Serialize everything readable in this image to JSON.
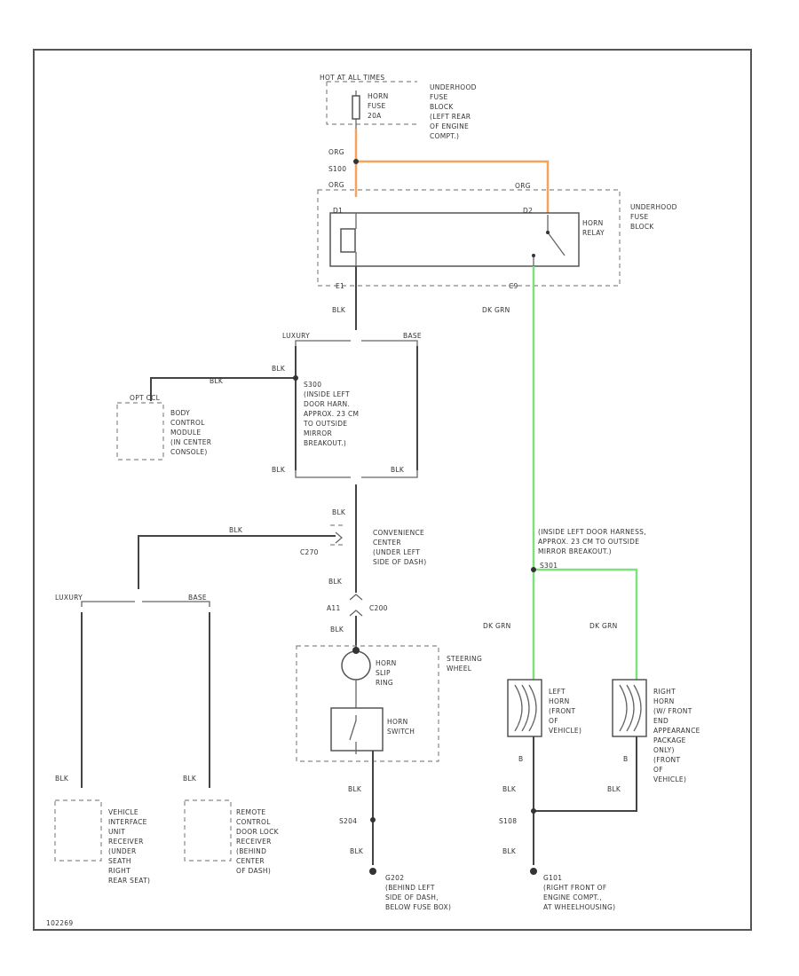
{
  "colors": {
    "orange_wire": "#f5a25a",
    "green_wire": "#7ee07e",
    "wire": "#444444",
    "frame": "#555555"
  },
  "labels": {
    "hot_at_all_times": "HOT AT ALL TIMES",
    "horn_fuse_1": "HORN",
    "horn_fuse_2": "FUSE",
    "horn_fuse_3": "20A",
    "uh_fuse_1": "UNDERHOOD",
    "uh_fuse_2": "FUSE",
    "uh_fuse_3": "BLOCK",
    "uh_fuse_4": "(LEFT REAR",
    "uh_fuse_5": "OF ENGINE",
    "uh_fuse_6": "COMPT.)",
    "w_org_1": "ORG",
    "s_s100": "S100",
    "w_org_2": "ORG",
    "w_org_3": "ORG",
    "pin_d1": "D1",
    "pin_d2": "D2",
    "pin_e1": "E1",
    "pin_c9": "C9",
    "horn_relay_1": "HORN",
    "horn_relay_2": "RELAY",
    "uh_block_1": "UNDERHOOD",
    "uh_block_2": "FUSE",
    "uh_block_3": "BLOCK",
    "w_blk_relay": "BLK",
    "w_dkgrn_relay": "DK GRN",
    "luxury_1": "LUXURY",
    "base_1": "BASE",
    "w_blk_s300": "BLK",
    "w_blk_bcm": "BLK",
    "optcl": "OPT CCL",
    "bcm_1": "BODY",
    "bcm_2": "CONTROL",
    "bcm_3": "MODULE",
    "bcm_4": "(IN CENTER",
    "bcm_5": "CONSOLE)",
    "s300_1": "S300",
    "s300_2": "(INSIDE LEFT",
    "s300_3": "DOOR HARN.",
    "s300_4": "APPROX. 23 CM",
    "s300_5": "TO OUTSIDE",
    "s300_6": "MIRROR",
    "s300_7": "BREAKOUT.)",
    "w_blk_s300l": "BLK",
    "w_blk_s300r": "BLK",
    "w_blk_conv": "BLK",
    "w_blk_convh": "BLK",
    "conv_1": "CONVENIENCE",
    "conv_2": "CENTER",
    "conv_3": "(UNDER LEFT",
    "conv_4": "SIDE OF DASH)",
    "c_c270": "C270",
    "w_blk_c200": "BLK",
    "pin_a11": "A11",
    "c_c200": "C200",
    "w_blk_slip": "BLK",
    "luxury_2": "LUXURY",
    "base_2": "BASE",
    "steering_1": "STEERING",
    "steering_2": "WHEEL",
    "slip_1": "HORN",
    "slip_2": "SLIP",
    "slip_3": "RING",
    "switch_1": "HORN",
    "switch_2": "SWITCH",
    "w_blk_vim": "BLK",
    "w_blk_rcdl": "BLK",
    "vim_1": "VEHICLE",
    "vim_2": "INTERFACE",
    "vim_3": "UNIT",
    "vim_4": "RECEIVER",
    "vim_5": "(UNDER",
    "vim_6": "SEATH",
    "vim_7": "RIGHT",
    "vim_8": "REAR SEAT)",
    "rcdl_1": "REMOTE",
    "rcdl_2": "CONTROL",
    "rcdl_3": "DOOR LOCK",
    "rcdl_4": "RECEIVER",
    "rcdl_5": "(BEHIND",
    "rcdl_6": "CENTER",
    "rcdl_7": "OF DASH)",
    "w_blk_sw": "BLK",
    "s_s204": "S204",
    "w_blk_g202": "BLK",
    "g202_1": "G202",
    "g202_2": "(BEHIND LEFT",
    "g202_3": "SIDE OF DASH,",
    "g202_4": "BELOW FUSE BOX)",
    "s301_1": "(INSIDE LEFT DOOR HARNESS,",
    "s301_2": "APPROX. 23 CM TO OUTSIDE",
    "s301_3": "MIRROR BREAKOUT.)",
    "s_s301": "S301",
    "w_dkgrn_l": "DK GRN",
    "w_dkgrn_r": "DK GRN",
    "lhorn_1": "LEFT",
    "lhorn_2": "HORN",
    "lhorn_3": "(FRONT",
    "lhorn_4": "OF",
    "lhorn_5": "VEHICLE)",
    "rhorn_1": "RIGHT",
    "rhorn_2": "HORN",
    "rhorn_3": "(W/ FRONT",
    "rhorn_4": "END",
    "rhorn_5": "APPEARANCE",
    "rhorn_6": "PACKAGE",
    "rhorn_7": "ONLY)",
    "rhorn_8": "(FRONT",
    "rhorn_9": "OF",
    "rhorn_10": "VEHICLE)",
    "pin_b_l": "B",
    "pin_b_r": "B",
    "w_blk_lh": "BLK",
    "w_blk_rh": "BLK",
    "s_s108": "S108",
    "w_blk_g101": "BLK",
    "g101_1": "G101",
    "g101_2": "(RIGHT FRONT OF",
    "g101_3": "ENGINE COMPT.,",
    "g101_4": "AT WHEELHOUSING)",
    "figure_id": "102269"
  }
}
